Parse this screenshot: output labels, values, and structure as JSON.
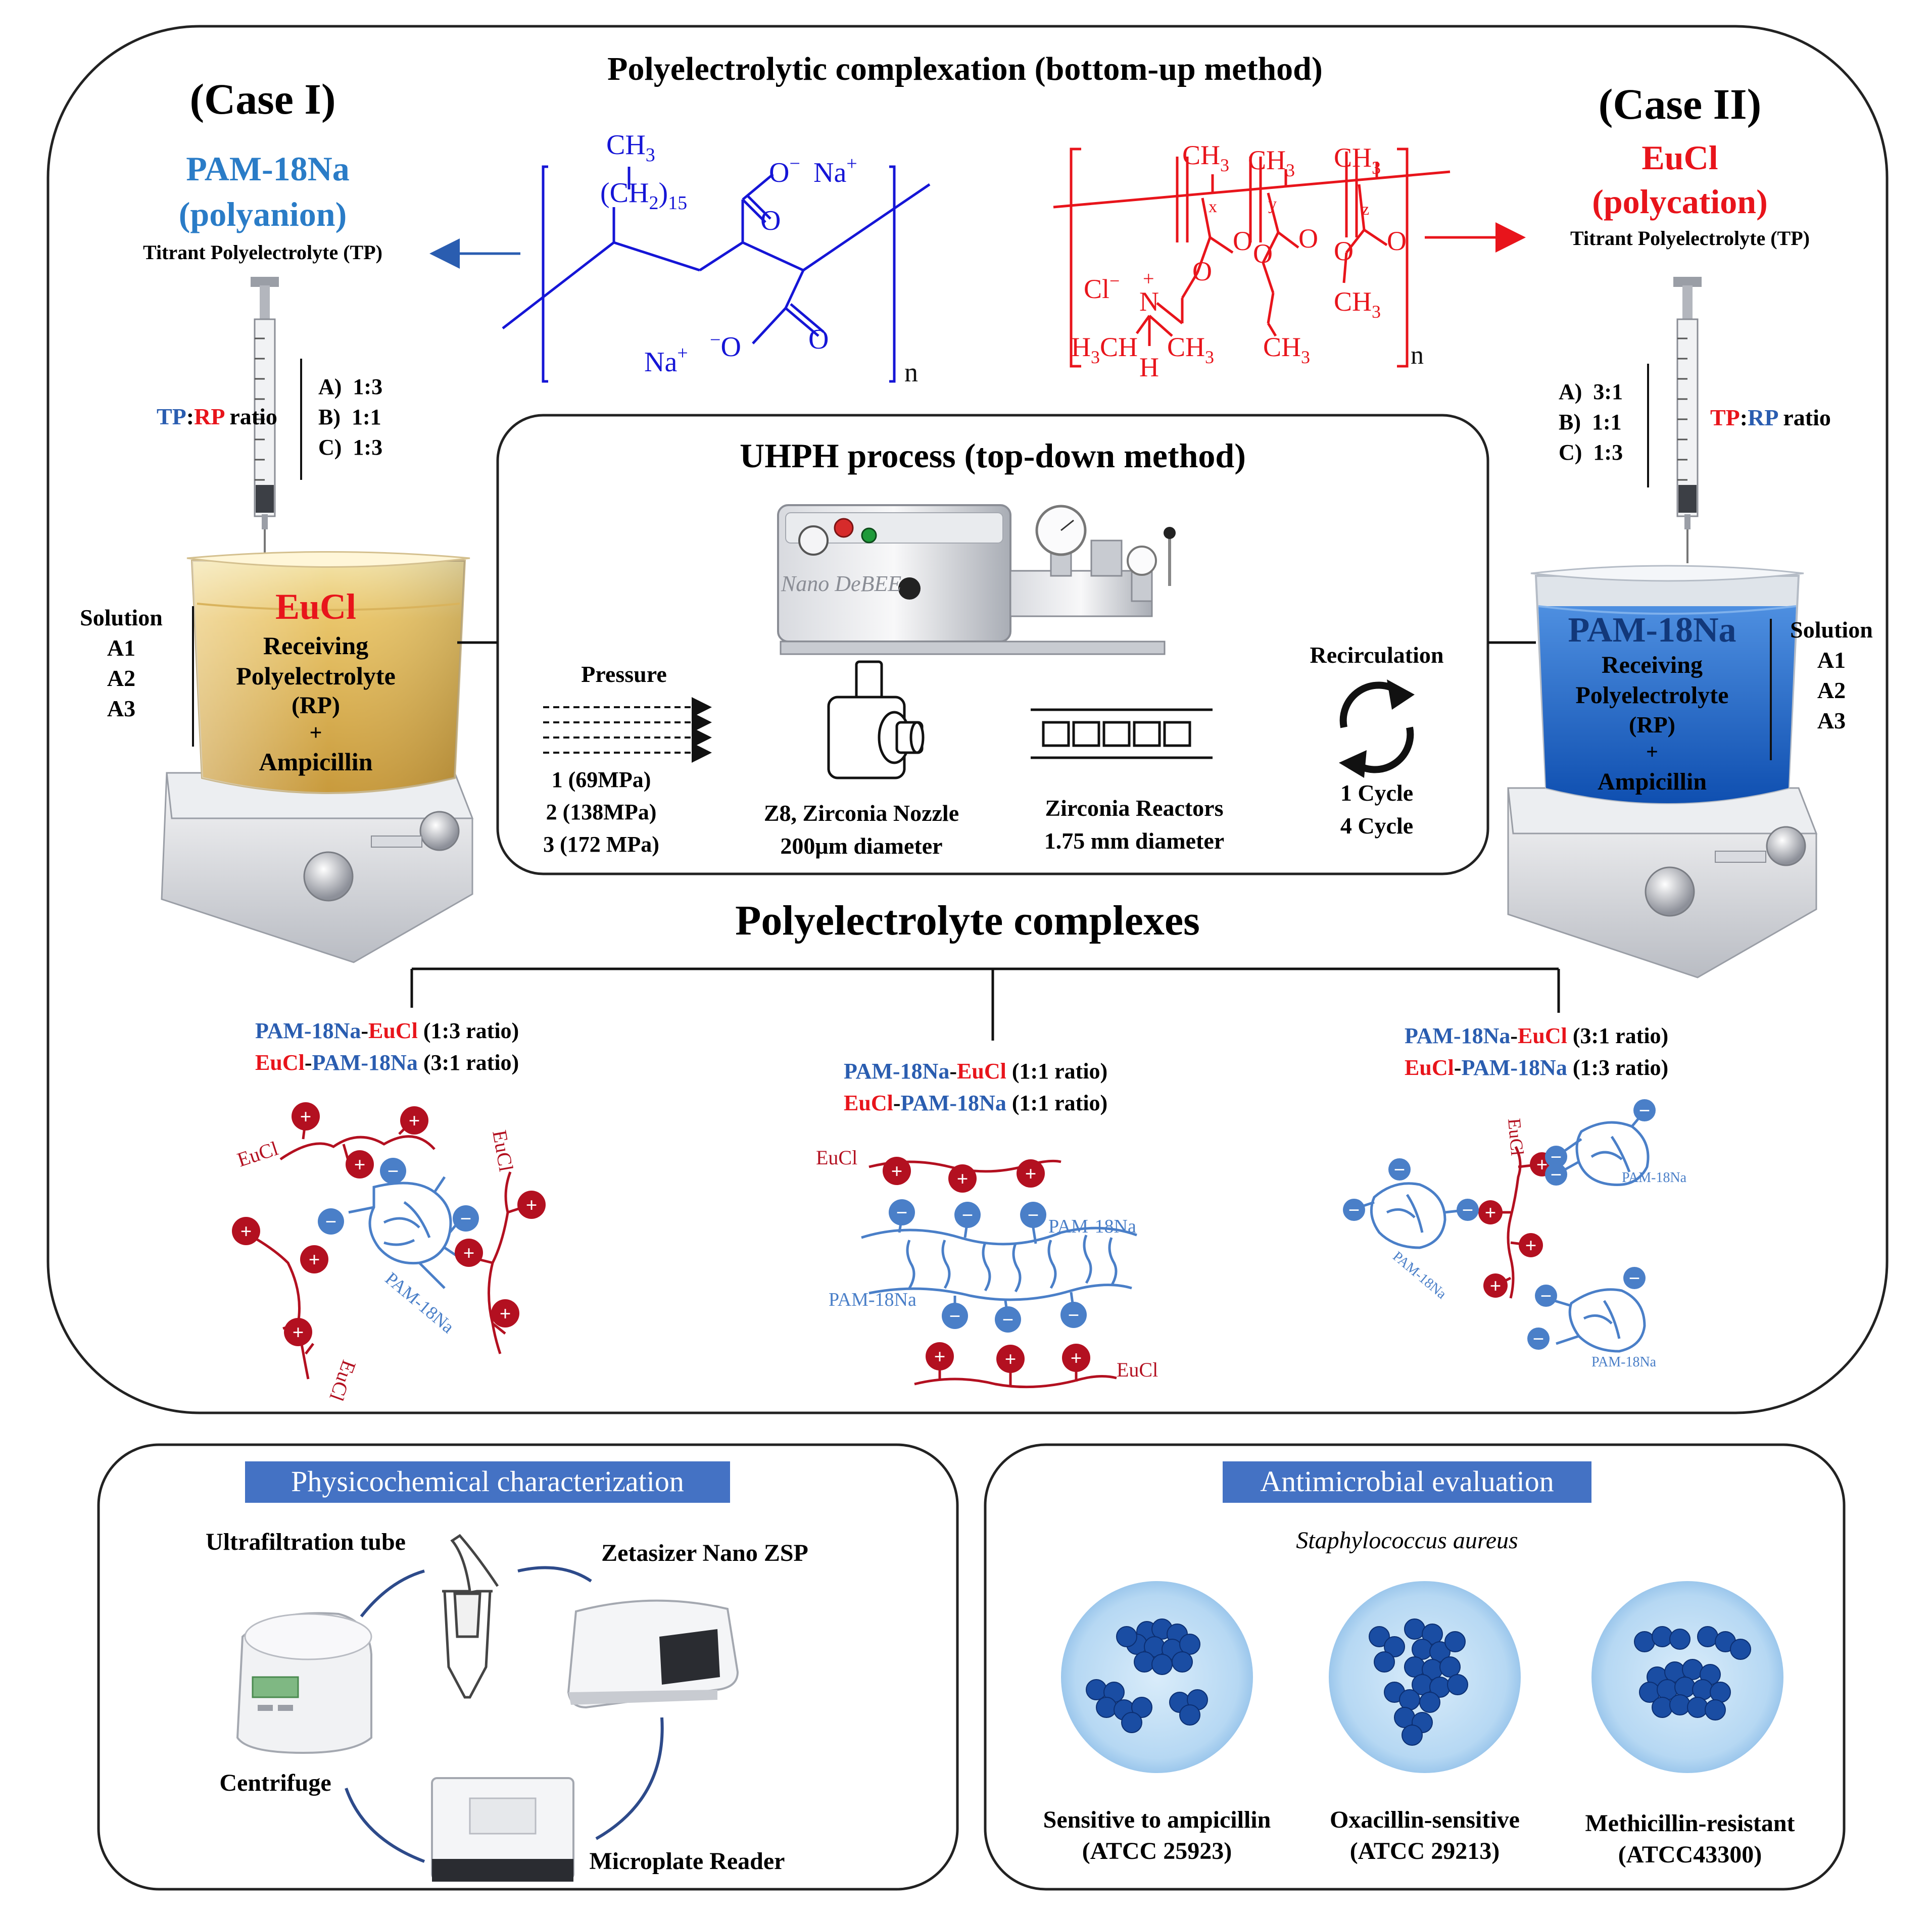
{
  "colors": {
    "blue": "#2a5db0",
    "red": "#e8141b",
    "dark_red": "#b31020",
    "struct_blue": "#1515d6",
    "band_blue": "#4472c4",
    "outline": "#222222"
  },
  "top": {
    "title": "Polyelectrolytic complexation (bottom-up method)",
    "case1": {
      "label": "(Case I)",
      "polymer": "PAM-18Na",
      "polymer_type": "(polyanion)",
      "titrant": "Titrant Polyelectrolyte (TP)",
      "ratio_tp": "TP",
      "ratio_sep": ":",
      "ratio_rp": "RP",
      "ratio_word": " ratio",
      "ratios": [
        "A)  1:3",
        "B)  1:1",
        "C)  1:3"
      ],
      "solution_label": "Solution",
      "solutions": [
        "A1",
        "A2",
        "A3"
      ],
      "beaker_polymer": "EuCl",
      "beaker_lines": [
        "Receiving",
        "Polyelectrolyte",
        "(RP)",
        "+",
        "Ampicillin"
      ]
    },
    "case2": {
      "label": "(Case II)",
      "polymer": "EuCl",
      "polymer_type": "(polycation)",
      "titrant": "Titrant Polyelectrolyte (TP)",
      "ratio_tp": "TP",
      "ratio_sep": ":",
      "ratio_rp": "RP",
      "ratio_word": " ratio",
      "ratios": [
        "A)  3:1",
        "B)  1:1",
        "C)  1:3"
      ],
      "solution_label": "Solution",
      "solutions": [
        "A1",
        "A2",
        "A3"
      ],
      "beaker_polymer": "PAM-18Na",
      "beaker_lines": [
        "Receiving",
        "Polyelectrolyte",
        "(RP)",
        "+",
        "Ampicillin"
      ]
    },
    "anion_structure": {
      "ch3": "CH",
      "ch3_sub": "3",
      "ch2": "(CH",
      "ch2_sub": "2",
      "ch2_close": ")",
      "ch2_count": "15",
      "o_top": "O",
      "minus": "−",
      "na_top": "Na",
      "plus": "+",
      "na_bottom": "Na",
      "o_bottom": "O",
      "o_double_top": "O",
      "o_double_bottom": "O",
      "n": "n"
    },
    "cation_structure": {
      "ch3_a": "CH",
      "ch3_b": "CH",
      "ch3_c": "CH",
      "sub3": "3",
      "x": "x",
      "y": "y",
      "z": "z",
      "o1": "O",
      "o2": "O",
      "o3": "O",
      "o4": "O",
      "o5": "O",
      "o6": "O",
      "cl": "Cl",
      "minus": "−",
      "plus": "+",
      "n_atom": "N",
      "h3c": "H",
      "h": "H",
      "ch3_d": "CH",
      "ch3_e": "CH",
      "ch3_f": "CH",
      "ch3_g": "CH",
      "n": "n"
    }
  },
  "uhph": {
    "title": "UHPH process (top-down method)",
    "machine_label": "Nano DeBEE",
    "pressure_label": "Pressure",
    "pressures": [
      "1 (69MPa)",
      "2 (138MPa)",
      "3 (172 MPa)"
    ],
    "nozzle": [
      "Z8, Zirconia Nozzle",
      "200μm diameter"
    ],
    "reactors": [
      "Zirconia Reactors",
      "1.75 mm diameter"
    ],
    "recirculation_label": "Recirculation",
    "cycles": [
      "1 Cycle",
      "4 Cycle"
    ]
  },
  "complexes": {
    "title": "Polyelectrolyte complexes",
    "left": {
      "line1": {
        "a": "PAM-18Na",
        "dash": "-",
        "b": "EuCl",
        "rest": " (1:3 ratio)"
      },
      "line2": {
        "a": "EuCl",
        "dash": "-",
        "b": "PAM-18Na",
        "rest": " (3:1 ratio)"
      },
      "labels": {
        "eucl_1": "EuCl",
        "eucl_2": "EuCl",
        "eucl_3": "EuCl",
        "pam": "PAM-18Na"
      }
    },
    "middle": {
      "line1": {
        "a": "PAM-18Na",
        "dash": "-",
        "b": "EuCl",
        "rest": " (1:1 ratio)"
      },
      "line2": {
        "a": "EuCl",
        "dash": "-",
        "b": "PAM-18Na",
        "rest": " (1:1 ratio)"
      },
      "labels": {
        "eucl_top": "EuCl",
        "pam_right": "PAM-18Na",
        "pam_left": "PAM-18Na",
        "eucl_bottom": "EuCl"
      }
    },
    "right": {
      "line1": {
        "a": "PAM-18Na",
        "dash": "-",
        "b": "EuCl",
        "rest": " (3:1 ratio)"
      },
      "line2": {
        "a": "EuCl",
        "dash": "-",
        "b": "PAM-18Na",
        "rest": " (1:3 ratio)"
      },
      "labels": {
        "eucl": "EuCl",
        "pam_1": "PAM-18Na",
        "pam_2": "PAM-18Na",
        "pam_3": "PAM-18Na"
      }
    }
  },
  "physico": {
    "title": "Physicochemical characterization",
    "ultrafiltration": "Ultrafiltration tube",
    "zetasizer": "Zetasizer Nano ZSP",
    "centrifuge": "Centrifuge",
    "microplate": "Microplate Reader"
  },
  "antimicrobial": {
    "title": "Antimicrobial evaluation",
    "organism": "Staphylococcus aureus",
    "strains": [
      {
        "name": "Sensitive to ampicillin",
        "atcc": "(ATCC 25923)"
      },
      {
        "name": "Oxacillin-sensitive",
        "atcc": "(ATCC 29213)"
      },
      {
        "name": "Methicillin-resistant",
        "atcc": "(ATCC43300)"
      }
    ]
  }
}
